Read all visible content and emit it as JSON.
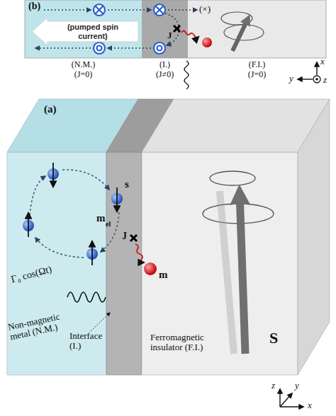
{
  "diagram": {
    "nodes": [
      {
        "text": [
          "(N.M.)",
          "(J=0)"
        ]
      },
      {
        "text": [
          "(I.)",
          "(J≠0)"
        ]
      },
      {
        "text": [
          "(F.I.)",
          "(J=0)"
        ]
      },
      {
        "text": [
          "(pumped spin current)"
        ],
        "in": 0
      }
    ],
    "labels": [
      "(b)",
      "(×)",
      "J",
      "x",
      "y",
      "z",
      "(a)",
      "s",
      "m",
      "el",
      "J",
      "m",
      "Γ₀ cos(Ωt)",
      "Non-magnetic metal (N.M.)",
      "Interface (I.)",
      "Ferromagnetic insulator (F.I.)",
      "S",
      "z",
      "y",
      "x"
    ]
  }
}
